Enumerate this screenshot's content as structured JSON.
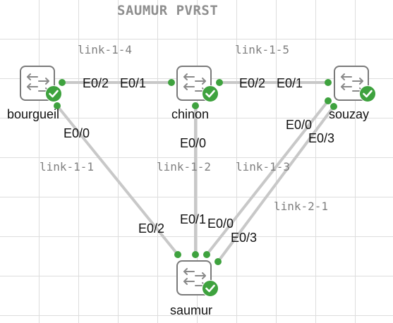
{
  "title": "SAUMUR PVRST",
  "colors": {
    "link": "#c8c8c8",
    "port_dot": "#3ea23e",
    "device_border": "#7a7a7a",
    "status_ok": "#3ea23e",
    "link_label": "#7f7f7f",
    "port_label": "#111111"
  },
  "icons": {
    "device": "switch-arrows-icon",
    "status": "check-circle-icon"
  },
  "nodes": [
    {
      "id": "bourgueil",
      "label": "bourgueil"
    },
    {
      "id": "chinon",
      "label": "chinon"
    },
    {
      "id": "souzay",
      "label": "souzay"
    },
    {
      "id": "saumur",
      "label": "saumur"
    }
  ],
  "links": [
    {
      "name": "link-1-4",
      "from": "bourgueil",
      "to": "chinon",
      "from_port": "E0/2",
      "to_port": "E0/1"
    },
    {
      "name": "link-1-5",
      "from": "chinon",
      "to": "souzay",
      "from_port": "E0/2",
      "to_port": "E0/1"
    },
    {
      "name": "link-1-1",
      "from": "bourgueil",
      "to": "saumur",
      "from_port": "E0/0",
      "to_port": "E0/2"
    },
    {
      "name": "link-1-2",
      "from": "chinon",
      "to": "saumur",
      "from_port": "E0/0",
      "to_port": "E0/1"
    },
    {
      "name": "link-1-3",
      "from": "souzay",
      "to": "saumur",
      "from_port": "E0/0",
      "to_port": "E0/0"
    },
    {
      "name": "link-2-1",
      "from": "souzay",
      "to": "saumur",
      "from_port": "E0/3",
      "to_port": "E0/3"
    }
  ]
}
